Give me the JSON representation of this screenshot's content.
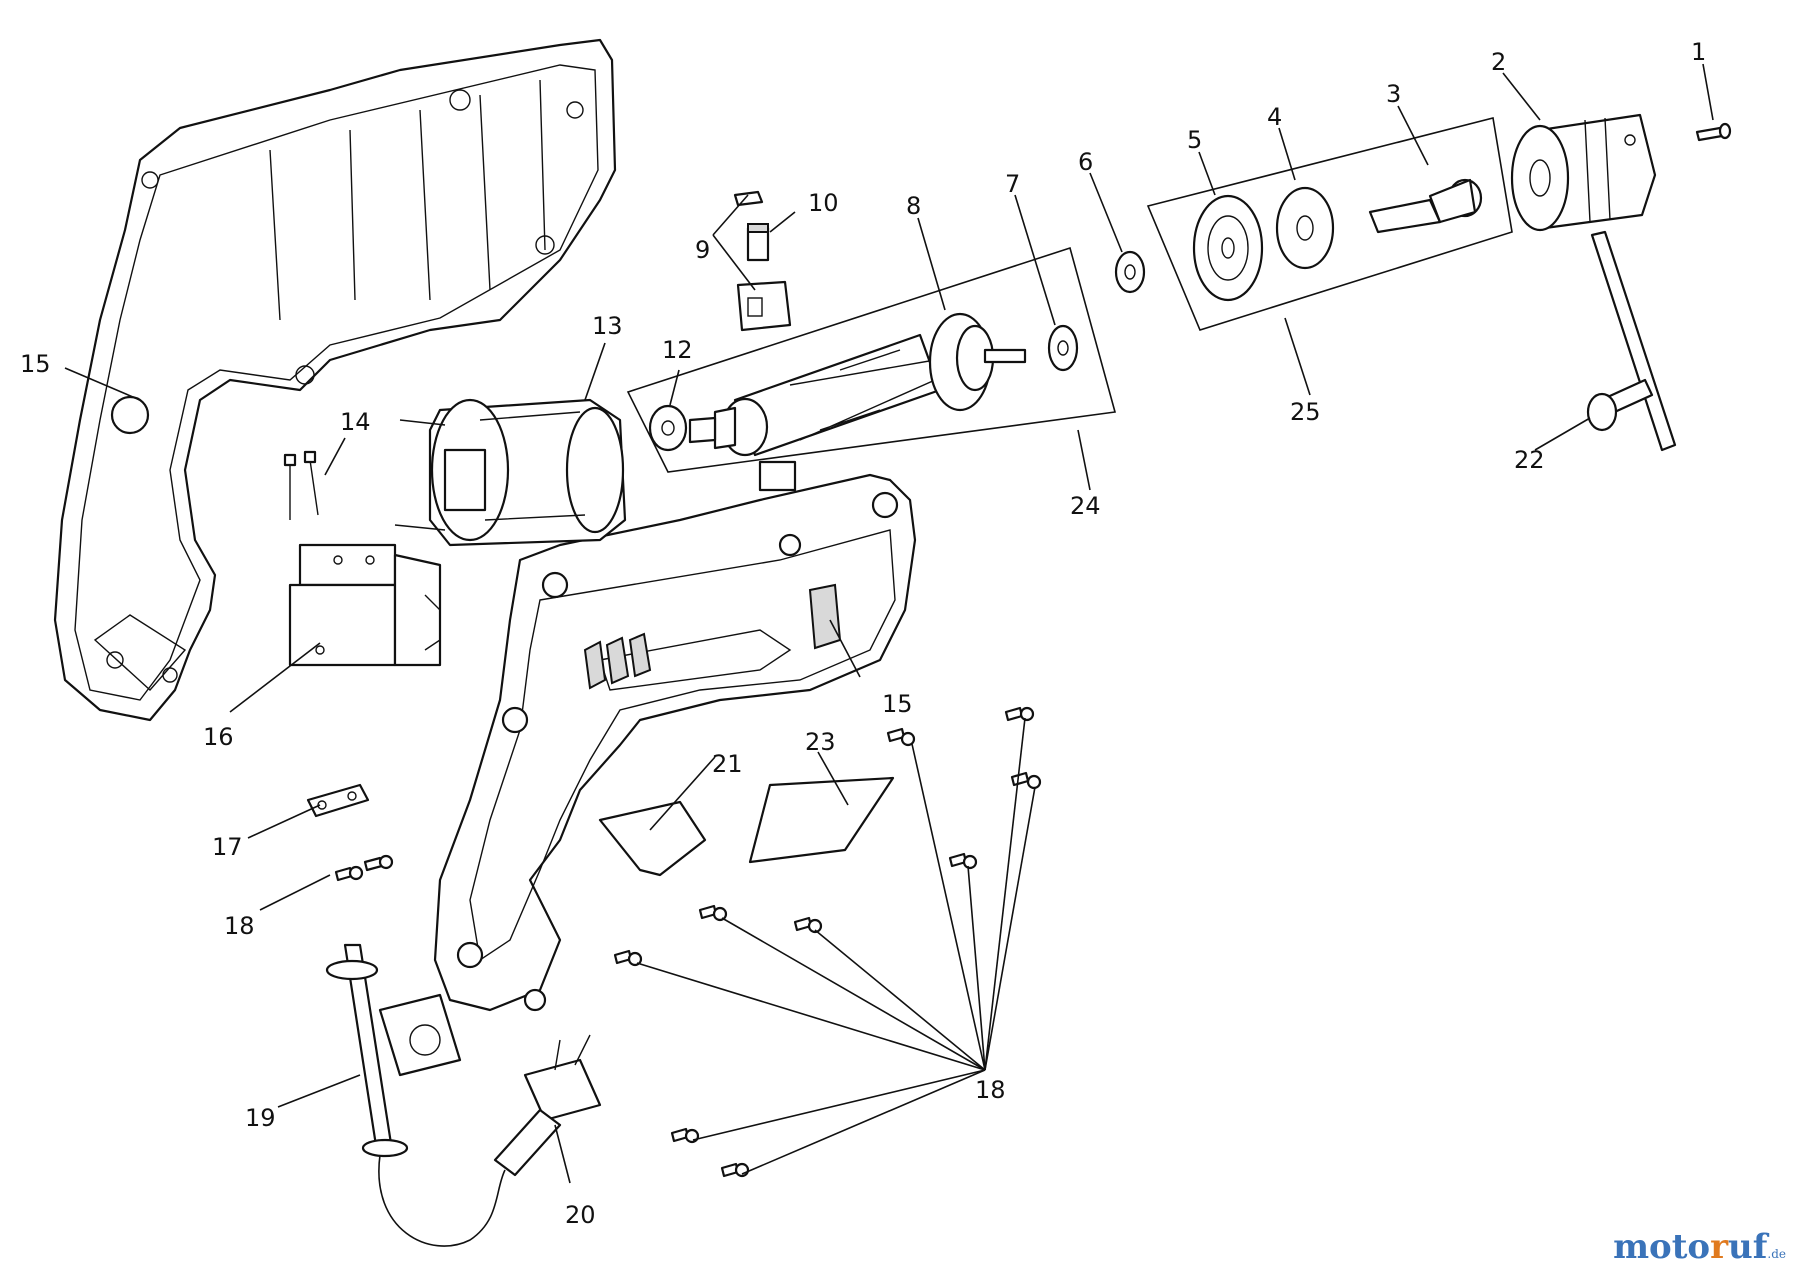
{
  "labels": {
    "p1": "1",
    "p2": "2",
    "p3": "3",
    "p4": "4",
    "p5": "5",
    "p6": "6",
    "p7": "7",
    "p8": "8",
    "p9": "9",
    "p10": "10",
    "p12": "12",
    "p13": "13",
    "p14": "14",
    "p15_left": "15",
    "p15_right": "15",
    "p16": "16",
    "p17": "17",
    "p18_left": "18",
    "p18_right": "18",
    "p19": "19",
    "p20": "20",
    "p21": "21",
    "p22": "22",
    "p23": "23",
    "p24": "24",
    "p25": "25"
  },
  "watermark": {
    "part1": "moto",
    "part2": "r",
    "part3": "uf",
    "suffix": ".de"
  }
}
